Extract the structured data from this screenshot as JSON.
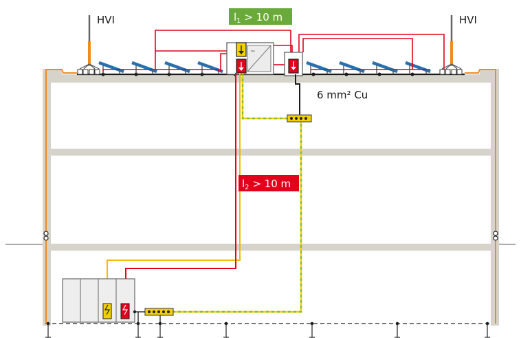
{
  "labels": {
    "hvi_left": "HVI",
    "hvi_right": "HVI",
    "conductor": "6 mm² Cu",
    "l1": {
      "main": "l",
      "sub": "1",
      "rest": " > 10 m"
    },
    "l2": {
      "main": "l",
      "sub": "2",
      "rest": " > 10 m"
    }
  },
  "colors": {
    "building": "#d6d3cb",
    "red_line": "#e2001a",
    "orange_line": "#f08c1e",
    "yellow_line": "#f3d000",
    "equipotential": "#8dbb2a",
    "panel_blue": "#2c6fad",
    "green_tag": "#6aaa3a",
    "red_tag": "#e2001a",
    "conductor_black": "#1a1a1a"
  },
  "icons": {
    "spd_yellow": "surge-arrester-yellow-icon",
    "spd_red": "surge-arrester-red-icon",
    "inverter": "inverter-icon",
    "combiner": "combiner-box-icon",
    "bonding_bar": "equipotential-bonding-bar-icon",
    "air_terminal": "air-terminal-icon",
    "earth": "earth-electrode-icon"
  }
}
